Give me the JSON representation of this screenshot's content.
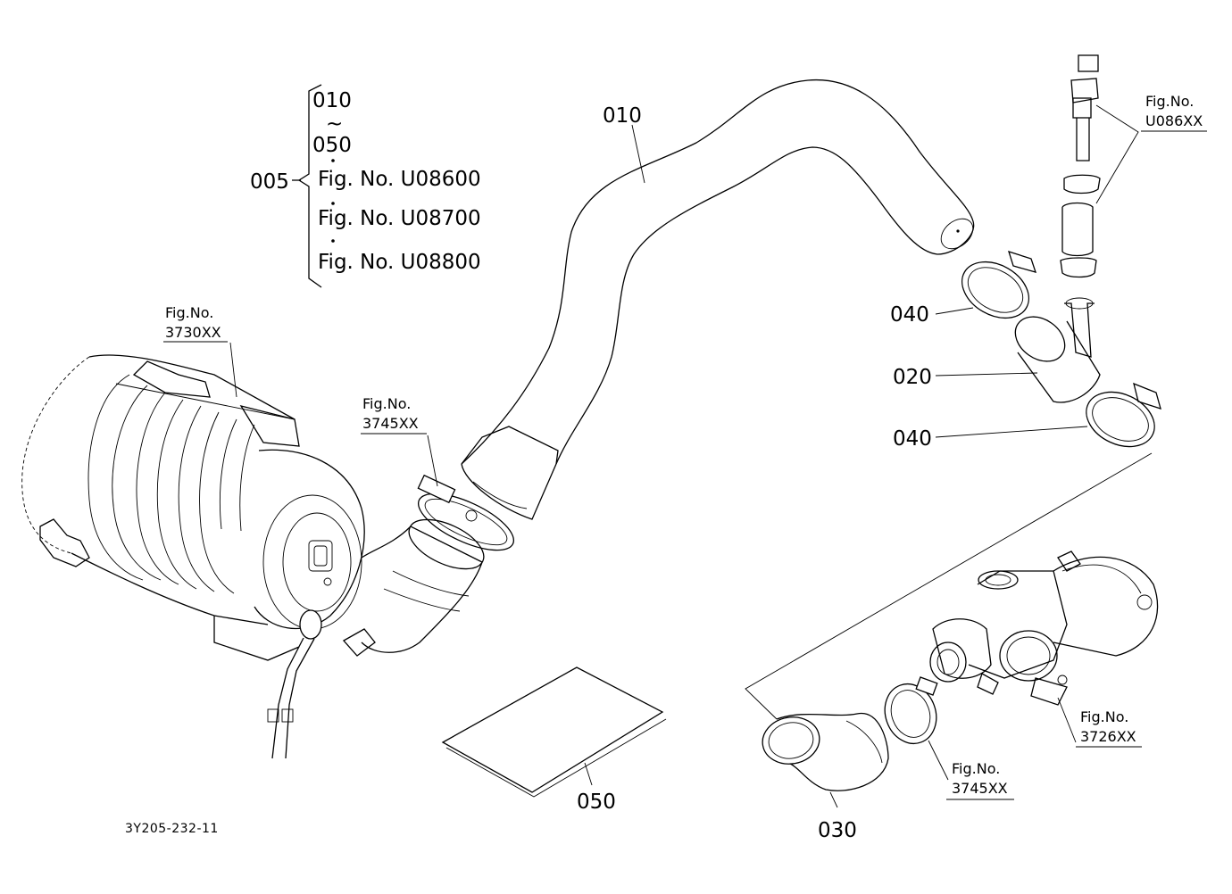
{
  "callouts": {
    "p010_top": "010",
    "tilde": "~",
    "p050_top": "050",
    "p005": "005",
    "fig_u08600": "Fig. No. U08600",
    "fig_u08700": "Fig. No. U08700",
    "fig_u08800": "Fig. No. U08800",
    "p010": "010",
    "p020": "020",
    "p030": "030",
    "p040_a": "040",
    "p040_b": "040",
    "p050": "050"
  },
  "figrefs": {
    "f3730_label": "Fig.No.",
    "f3730_num": "3730XX",
    "f3745a_label": "Fig.No.",
    "f3745a_num": "3745XX",
    "fu086_label": "Fig.No.",
    "fu086_num": "U086XX",
    "f3726_label": "Fig.No.",
    "f3726_num": "3726XX",
    "f3745b_label": "Fig.No.",
    "f3745b_num": "3745XX"
  },
  "drawing_code": "3Y205-232-11"
}
